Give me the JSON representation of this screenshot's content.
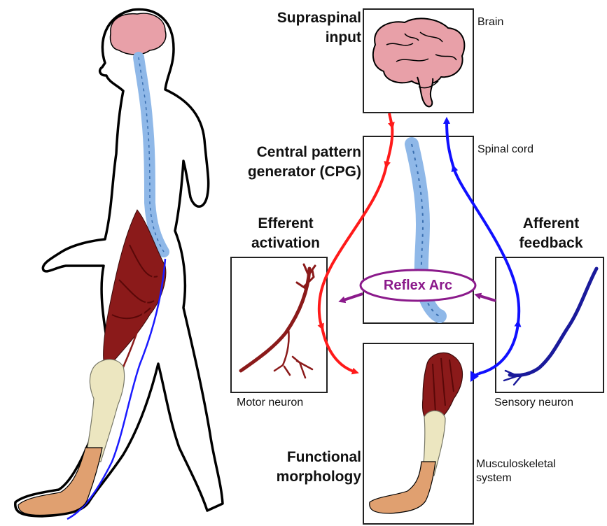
{
  "labels": {
    "supraspinal": "Supraspinal input",
    "brain": "Brain",
    "cpg": "Central pattern generator (CPG)",
    "spinal_cord": "Spinal cord",
    "efferent": "Efferent activation",
    "afferent": "Afferent feedback",
    "reflex_arc": "Reflex Arc",
    "motor_neuron": "Motor neuron",
    "sensory_neuron": "Sensory neuron",
    "functional": "Functional morphology",
    "musculoskeletal": "Musculoskeletal system"
  },
  "colors": {
    "efferent": "#ff1a1a",
    "afferent": "#1010ff",
    "reflex": "#8b1a8b",
    "brain": "#e8a0a8",
    "spine": "#8fb8e8",
    "muscle": "#8b1a1a",
    "skin": "#e0a070",
    "bone": "#ece6c0",
    "nerve_motor": "#8b1a1a",
    "nerve_sensory": "#1a1a9b"
  }
}
